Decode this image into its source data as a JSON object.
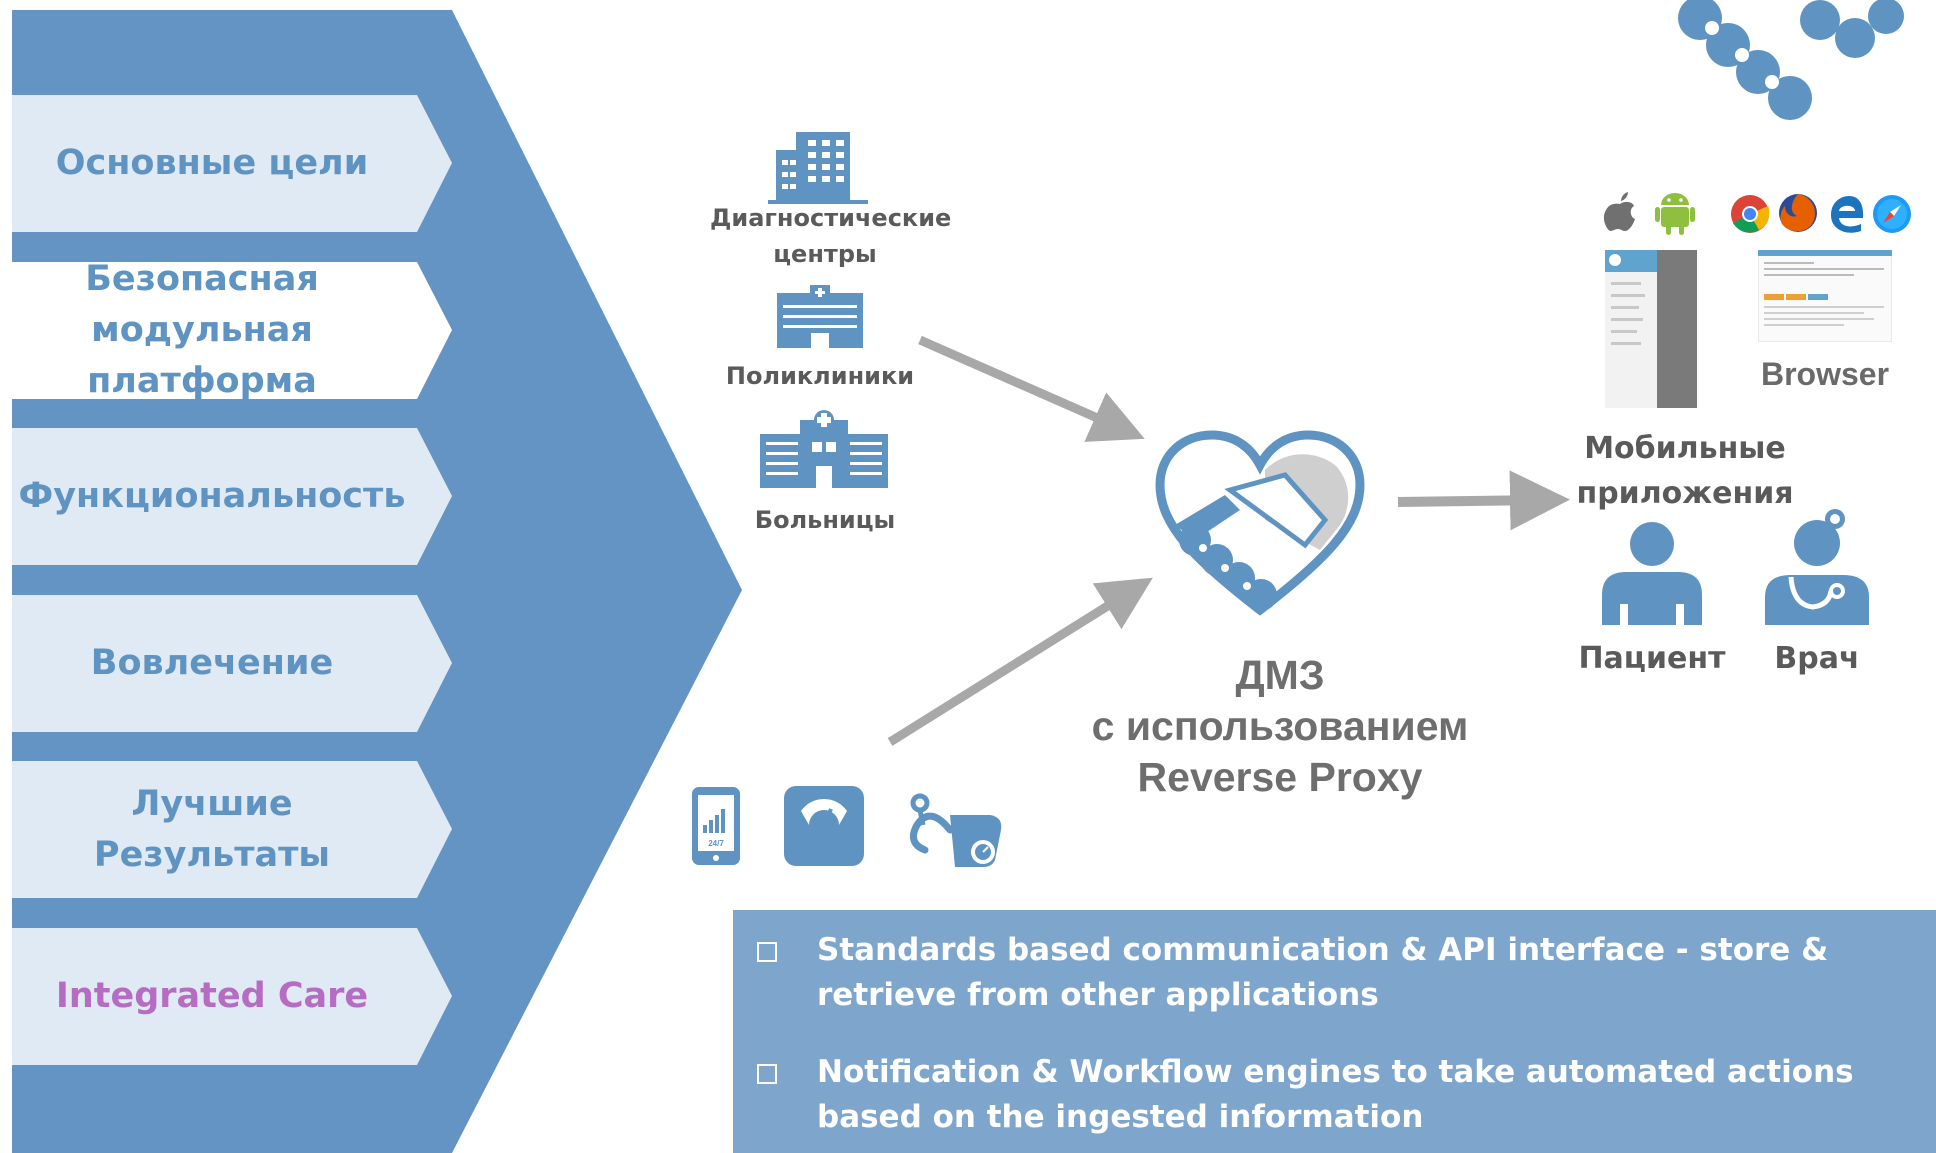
{
  "colors": {
    "primary": "#5f93c1",
    "tab_bg": "#dfeaf4",
    "purple_text": "#b76cc3",
    "arrow": "#a8a8a8",
    "text_gray": "#5a5a5a",
    "panel": "#7ea6cd"
  },
  "nav": {
    "items": [
      {
        "label": "Основные цели"
      },
      {
        "label": "Безопасная модульная платформа"
      },
      {
        "label": "Функциональность"
      },
      {
        "label": "Вовлечение"
      },
      {
        "label": "Лучшие Результаты"
      },
      {
        "label": "Integrated Care"
      }
    ]
  },
  "sources": {
    "diagnostic_centers": "Диагностические центры",
    "clinics": "Поликлиники",
    "hospitals": "Больницы"
  },
  "hub": {
    "line1": "ДМЗ",
    "line2": "с использованием",
    "line3": "Reverse Proxy"
  },
  "outputs": {
    "browser": "Browser",
    "mobile_apps": "Мобильные приложения",
    "patient": "Пациент",
    "doctor": "Врач"
  },
  "features": [
    {
      "text": "Standards based communication & API interface  - store & retrieve from other applications"
    },
    {
      "text": "Notification & Workflow engines to take automated actions based on the ingested information"
    }
  ],
  "icons": [
    "handshake-icon",
    "building-icon",
    "clinic-icon",
    "hospital-icon",
    "phone-icon",
    "scale-icon",
    "blood-pressure-icon",
    "apple-icon",
    "android-icon",
    "chrome-icon",
    "firefox-icon",
    "edge-icon",
    "safari-icon",
    "patient-icon",
    "doctor-icon"
  ]
}
